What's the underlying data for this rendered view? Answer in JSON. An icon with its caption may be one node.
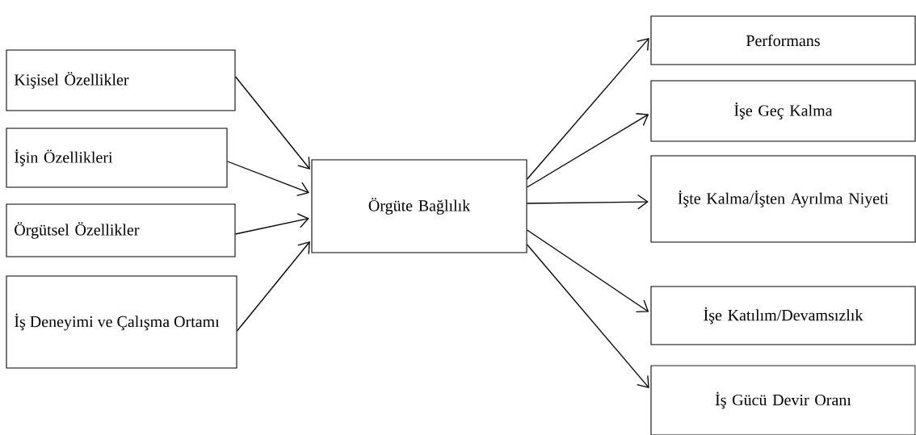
{
  "diagram": {
    "nodes": [
      {
        "text": [
          "Kişisel Özellikler"
        ]
      },
      {
        "text": [
          "İşin Özellikleri"
        ]
      },
      {
        "text": [
          "Örgütsel Özellikler"
        ]
      },
      {
        "text": [
          "İş Deneyimi ve Çalışma Ortamı"
        ]
      },
      {
        "text": [
          "Örgüte Bağlılık"
        ]
      },
      {
        "text": [
          "Performans"
        ]
      },
      {
        "text": [
          "İşe Geç Kalma"
        ]
      },
      {
        "text": [
          "İşte Kalma/İşten Ayrılma Niyeti"
        ]
      },
      {
        "text": [
          "İşe Katılım/Devamsızlık"
        ]
      },
      {
        "text": [
          "İş Gücü Devir Oranı"
        ]
      }
    ],
    "edges": [
      {
        "from": 0,
        "to": 4,
        "arrow": "to"
      },
      {
        "from": 1,
        "to": 4,
        "arrow": "to"
      },
      {
        "from": 2,
        "to": 4,
        "arrow": "to"
      },
      {
        "from": 3,
        "to": 4,
        "arrow": "to"
      },
      {
        "from": 4,
        "to": 5,
        "arrow": "to"
      },
      {
        "from": 4,
        "to": 6,
        "arrow": "to"
      },
      {
        "from": 4,
        "to": 7,
        "arrow": "to"
      },
      {
        "from": 4,
        "to": 8,
        "arrow": "to"
      },
      {
        "from": 4,
        "to": 9,
        "arrow": "to"
      }
    ]
  }
}
